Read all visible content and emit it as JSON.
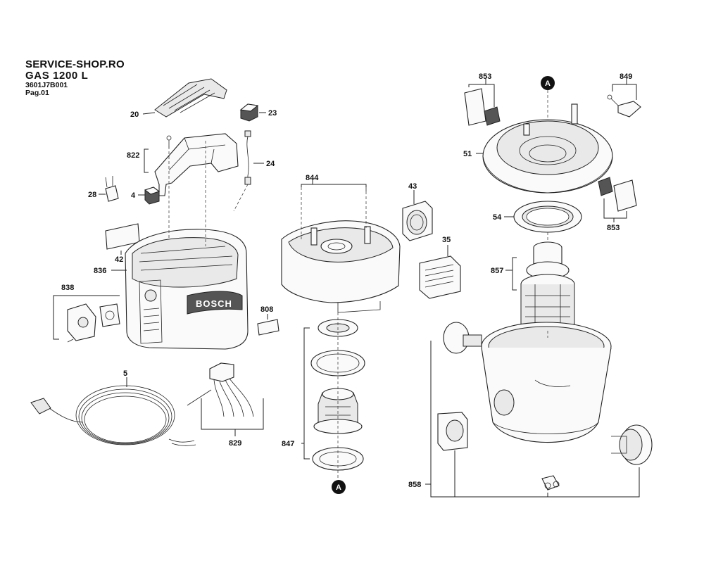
{
  "header": {
    "shop": "SERVICE-SHOP.RO",
    "model": "GAS 1200 L",
    "code": "3601J7B001",
    "page": "Pag.01"
  },
  "brand_text": "BOSCH",
  "markers": {
    "a_top": "A",
    "a_bottom": "A"
  },
  "parts": {
    "p20": "20",
    "p23": "23",
    "p822": "822",
    "p24": "24",
    "p28": "28",
    "p4": "4",
    "p42": "42",
    "p836": "836",
    "p838": "838",
    "p808": "808",
    "p5": "5",
    "p829": "829",
    "p844": "844",
    "p43": "43",
    "p35": "35",
    "p847": "847",
    "p853_top": "853",
    "p849": "849",
    "p51": "51",
    "p54": "54",
    "p853_bottom": "853",
    "p857": "857",
    "p858": "858"
  },
  "colors": {
    "ink": "#111111",
    "marker": "#111111",
    "paper": "#ffffff"
  }
}
